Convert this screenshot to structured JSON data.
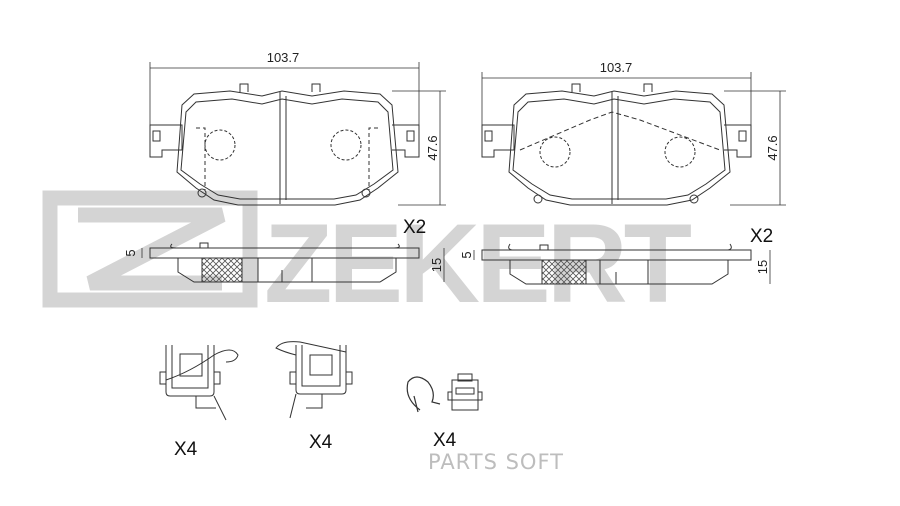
{
  "watermark": {
    "brand": "ZEKERT",
    "footer": "PARTS SOFT"
  },
  "dimensions": {
    "pad1_width": "103.7",
    "pad1_height": "47.6",
    "pad2_width": "103.7",
    "pad2_height": "47.6",
    "side1_shim": "5",
    "side1_thickness": "15",
    "side2_shim": "5",
    "side2_thickness": "15"
  },
  "quantities": {
    "pad1": "X2",
    "pad2": "X2",
    "clip1": "X4",
    "clip2": "X4",
    "clip3": "X4"
  },
  "colors": {
    "line": "#333333",
    "watermark": "#d4d4d4",
    "hatch": "#555555"
  }
}
